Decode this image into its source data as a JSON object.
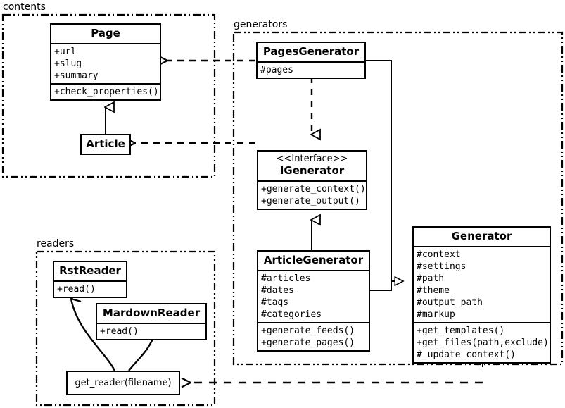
{
  "diagram": {
    "title": "UML class diagram",
    "stroke_color": "#000000",
    "background_color": "#ffffff"
  },
  "packages": [
    {
      "id": "contents",
      "label": "contents"
    },
    {
      "id": "generators",
      "label": "generators"
    },
    {
      "id": "readers",
      "label": "readers"
    }
  ],
  "classes": {
    "page": {
      "name": "Page",
      "stereotype": "",
      "attributes": [
        "+url",
        "+slug",
        "+summary"
      ],
      "methods": [
        "+check_properties()"
      ]
    },
    "article": {
      "name": "Article",
      "stereotype": "",
      "attributes": [],
      "methods": []
    },
    "pages_generator": {
      "name": "PagesGenerator",
      "stereotype": "",
      "attributes": [
        "#pages"
      ],
      "methods": []
    },
    "igenerator": {
      "name": "IGenerator",
      "stereotype": "<<Interface>>",
      "attributes": [],
      "methods": [
        "+generate_context()",
        "+generate_output()"
      ]
    },
    "article_generator": {
      "name": "ArticleGenerator",
      "stereotype": "",
      "attributes": [
        "#articles",
        "#dates",
        "#tags",
        "#categories"
      ],
      "methods": [
        "+generate_feeds()",
        "+generate_pages()"
      ]
    },
    "generator": {
      "name": "Generator",
      "stereotype": "",
      "attributes": [
        "#context",
        "#settings",
        "#path",
        "#theme",
        "#output_path",
        "#markup"
      ],
      "methods": [
        "+get_templates()",
        "+get_files(path,exclude)",
        "#_update_context()"
      ]
    },
    "rst_reader": {
      "name": "RstReader",
      "stereotype": "",
      "attributes": [],
      "methods": [
        "+read()"
      ]
    },
    "mardown_reader": {
      "name": "MardownReader",
      "stereotype": "",
      "attributes": [],
      "methods": [
        "+read()"
      ]
    },
    "get_reader": {
      "name": "get_reader(filename)"
    }
  },
  "relations": [
    {
      "id": "article-inherits-page",
      "type": "generalization",
      "from": "Article",
      "to": "Page"
    },
    {
      "id": "pagesgen-realizes-igenerator",
      "type": "realization",
      "from": "PagesGenerator",
      "to": "IGenerator"
    },
    {
      "id": "articlegen-realizes-igenerator",
      "type": "realization",
      "from": "ArticleGenerator",
      "to": "IGenerator"
    },
    {
      "id": "pagesgen-inherits-generator",
      "type": "generalization",
      "from": "PagesGenerator",
      "to": "Generator"
    },
    {
      "id": "articlegen-inherits-generator",
      "type": "generalization",
      "from": "ArticleGenerator",
      "to": "Generator"
    },
    {
      "id": "pagesgen-depends-page",
      "type": "dependency",
      "from": "PagesGenerator",
      "to": "Page"
    },
    {
      "id": "articlegen-depends-article",
      "type": "dependency",
      "from": "ArticleGenerator",
      "to": "Article"
    },
    {
      "id": "generator-depends-get-reader",
      "type": "dependency",
      "from": "Generator",
      "to": "get_reader(filename)"
    },
    {
      "id": "getreader-creates-rstreader",
      "type": "association",
      "from": "get_reader(filename)",
      "to": "RstReader"
    },
    {
      "id": "getreader-creates-mdreader",
      "type": "association",
      "from": "get_reader(filename)",
      "to": "MardownReader"
    }
  ]
}
